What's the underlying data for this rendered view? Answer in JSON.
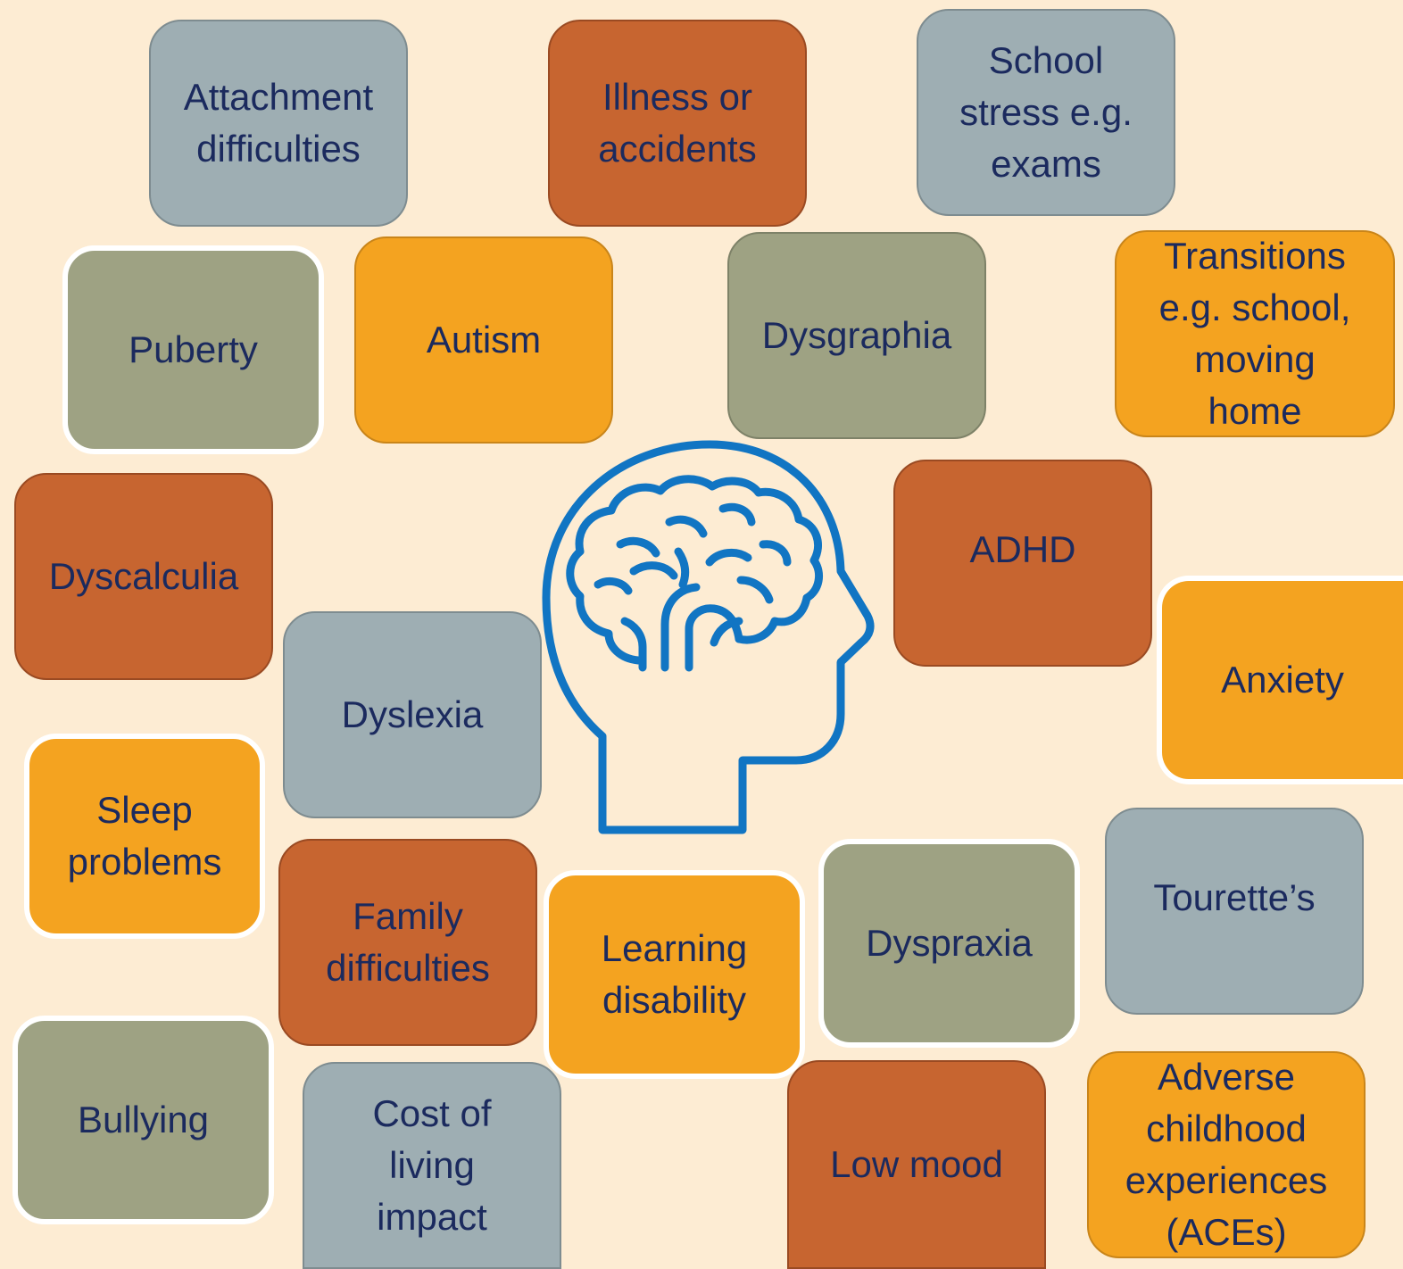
{
  "tiles": {
    "attachment": "Attachment\ndifficulties",
    "illness": "Illness or\naccidents",
    "school_stress": "School\nstress e.g.\nexams",
    "puberty": "Puberty",
    "autism": "Autism",
    "dysgraphia": "Dysgraphia",
    "transitions": "Transitions\ne.g. school,\nmoving\nhome",
    "dyscalculia": "Dyscalculia",
    "adhd": "ADHD",
    "anxiety": "Anxiety",
    "dyslexia": "Dyslexia",
    "sleep": "Sleep\nproblems",
    "family": "Family\ndifficulties",
    "learning": "Learning\ndisability",
    "dyspraxia": "Dyspraxia",
    "tourettes": "Tourette’s",
    "bullying": "Bullying",
    "cost_of_living": "Cost of\nliving\nimpact",
    "low_mood": "Low mood",
    "aces": "Adverse\nchildhood\nexperiences\n(ACEs)"
  },
  "colors": {
    "background": "#fdecd3",
    "grey_tile": "#9eaeb3",
    "rust_tile": "#c76530",
    "amber_tile": "#f4a320",
    "olive_tile": "#9ea283",
    "text": "#1b2a5e",
    "icon_stroke": "#1175c3"
  },
  "icons": {
    "center": "head-with-brain-icon"
  }
}
